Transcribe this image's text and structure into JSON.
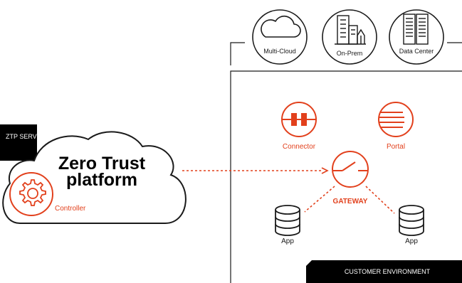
{
  "colors": {
    "accent": "#e2401c",
    "ink": "#1a1a1a",
    "panel": "#000000",
    "background": "#ffffff"
  },
  "locations": [
    {
      "label": "Multi-Cloud",
      "icon": "cloud-icon"
    },
    {
      "label": "On-Prem",
      "icon": "buildings-icon"
    },
    {
      "label": "Data Center",
      "icon": "server-rack-icon"
    }
  ],
  "ztp": {
    "section_label": "ZTP SERVICES",
    "title_line1": "Zero Trust",
    "title_line2": "platform",
    "controller_label": "Controller",
    "controller_icon": "gear-icon"
  },
  "customer": {
    "connector_label": "Connector",
    "connector_icon": "connector-icon",
    "portal_label": "Portal",
    "portal_icon": "portal-icon",
    "gateway_label": "GATEWAY",
    "gateway_icon": "switch-icon",
    "apps": [
      {
        "label": "App",
        "icon": "database-icon"
      },
      {
        "label": "App",
        "icon": "database-icon"
      }
    ],
    "environment_label": "CUSTOMER ENVIRONMENT"
  }
}
